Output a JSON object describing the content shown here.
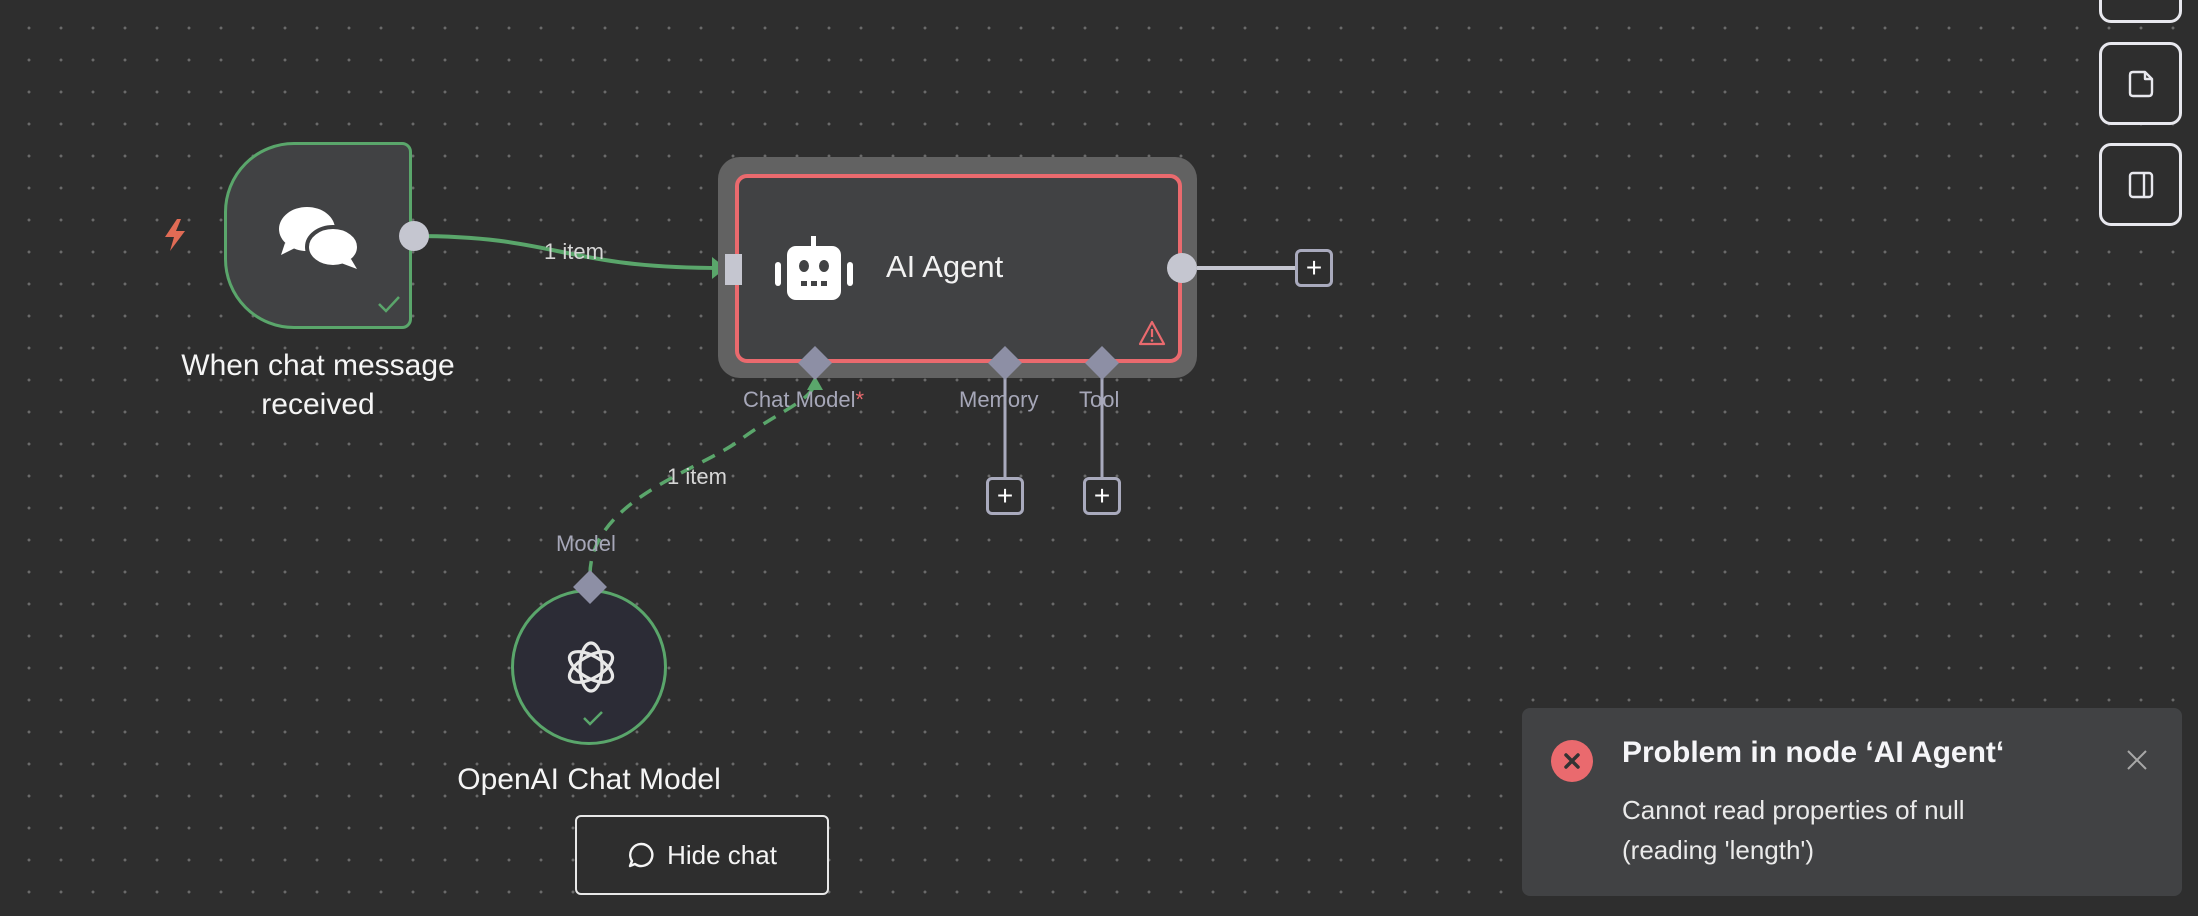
{
  "canvas": {
    "edges": [
      {
        "from": "When chat message received",
        "to": "AI Agent",
        "label": "1 item"
      },
      {
        "from": "OpenAI Chat Model",
        "to": "AI Agent",
        "label": "1 item"
      }
    ]
  },
  "nodes": {
    "trigger": {
      "label_line1": "When chat message",
      "label_line2": "received",
      "status": "success"
    },
    "agent": {
      "title": "AI Agent",
      "status": "warning",
      "ports": {
        "chat_model": "Chat Model",
        "required_mark": "*",
        "memory": "Memory",
        "tool": "Tool"
      }
    },
    "openai": {
      "label": "OpenAI Chat Model",
      "port": "Model",
      "status": "success"
    }
  },
  "hide_chat": {
    "label": "Hide chat"
  },
  "toast": {
    "title": "Problem in node ‘AI Agent‘",
    "message_line1": "Cannot read properties of null",
    "message_line2": "(reading 'length')"
  },
  "colors": {
    "success": "#5aa66b",
    "error": "#ea6a6e",
    "canvas": "#2e2e2e",
    "node": "#414244"
  }
}
